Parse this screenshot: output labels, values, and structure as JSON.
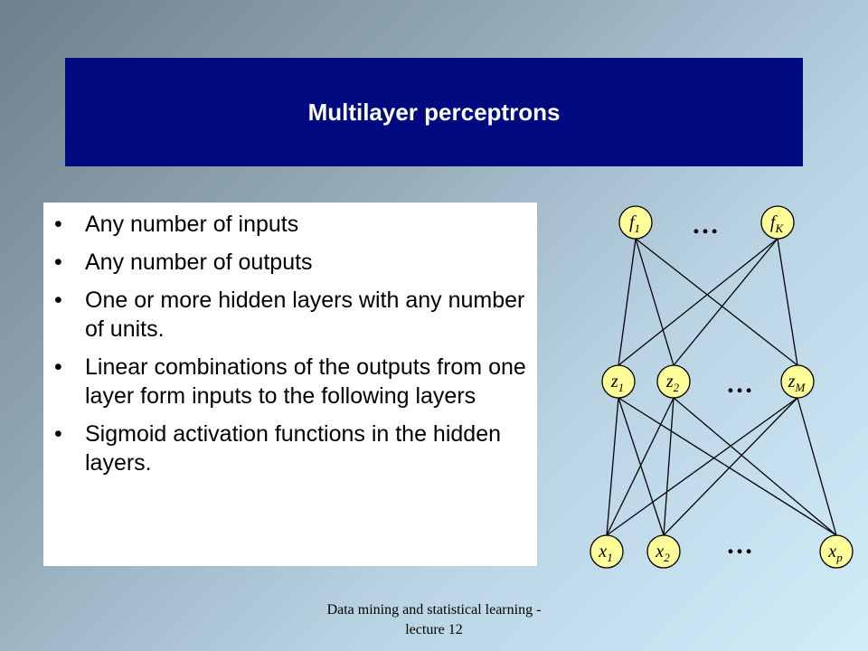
{
  "slide": {
    "title": "Multilayer perceptrons",
    "bullet_glyph": "•",
    "bullets": [
      "Any number of inputs",
      "Any number of outputs",
      "One or more hidden layers with any number of units.",
      "Linear combinations of the outputs from one layer form inputs to the following layers",
      "Sigmoid activation functions in the hidden layers."
    ],
    "footer_line1": "Data mining and statistical learning -",
    "footer_line2": "lecture 12"
  },
  "diagram": {
    "node_fill": "#ffff99",
    "node_stroke": "#000000",
    "ellipsis": "…",
    "output_nodes": [
      {
        "id": "f1",
        "base": "f",
        "sub": "1"
      },
      {
        "id": "fK",
        "base": "f",
        "sub": "K"
      }
    ],
    "hidden_nodes": [
      {
        "id": "z1",
        "base": "z",
        "sub": "1"
      },
      {
        "id": "z2",
        "base": "z",
        "sub": "2"
      },
      {
        "id": "zM",
        "base": "z",
        "sub": "M"
      }
    ],
    "input_nodes": [
      {
        "id": "x1",
        "base": "x",
        "sub": "1"
      },
      {
        "id": "x2",
        "base": "x",
        "sub": "2"
      },
      {
        "id": "xp",
        "base": "x",
        "sub": "p"
      }
    ]
  }
}
